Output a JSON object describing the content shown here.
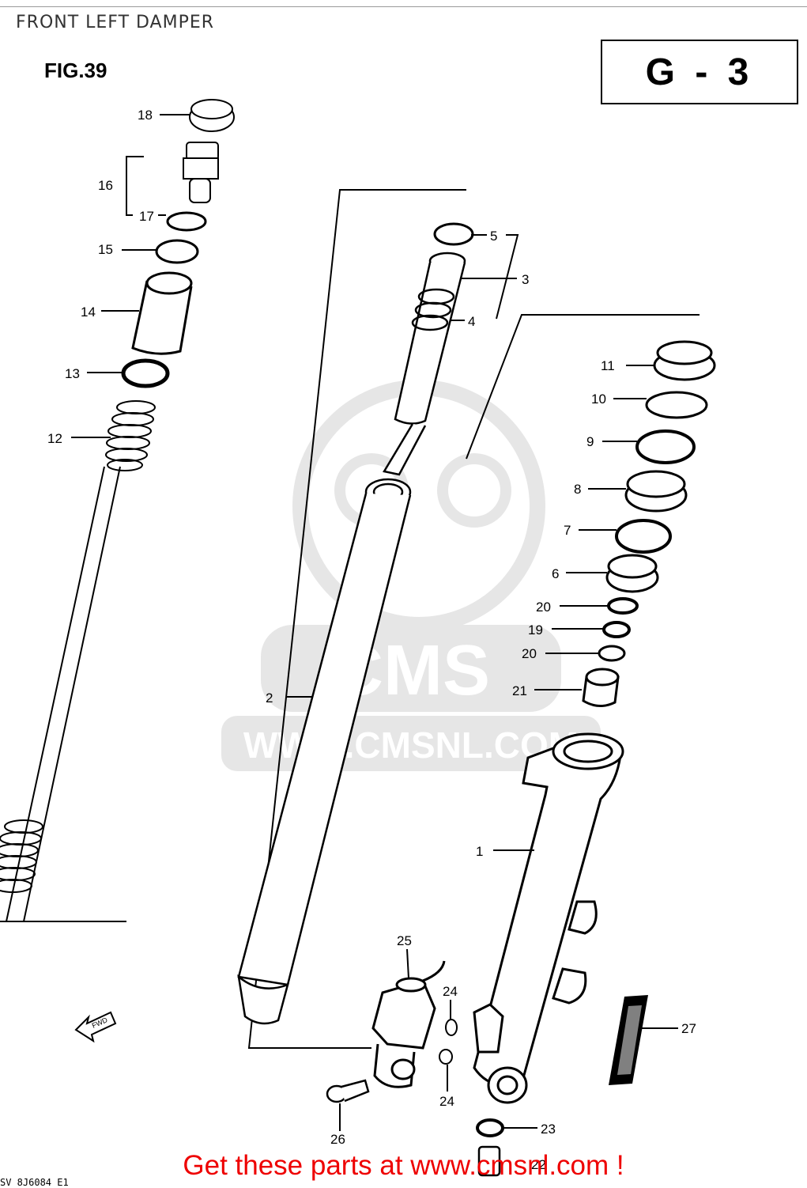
{
  "header": {
    "title": "FRONT LEFT DAMPER"
  },
  "figure": {
    "label": "FIG.39",
    "section_code": "G - 3"
  },
  "watermark": {
    "brand": "CMS",
    "url": "WWW.CMSNL.COM"
  },
  "callouts": [
    "18",
    "16",
    "17",
    "15",
    "14",
    "13",
    "12",
    "5",
    "3",
    "4",
    "11",
    "10",
    "9",
    "8",
    "7",
    "6",
    "20",
    "19",
    "20",
    "21",
    "2",
    "1",
    "25",
    "24",
    "24",
    "27",
    "26",
    "23",
    "22"
  ],
  "front_arrow_label": "FWD",
  "footer": {
    "cta": "Get these parts at www.cmsnl.com !",
    "code": "SV 8J6084 E1"
  }
}
